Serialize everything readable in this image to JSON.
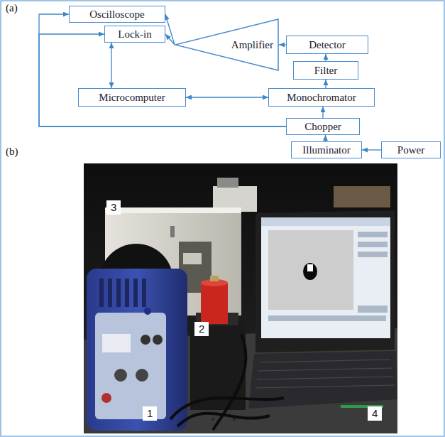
{
  "diagram": {
    "nodes": [
      {
        "text": [
          "Oscilloscope"
        ]
      },
      {
        "text": [
          "Lock-in"
        ]
      },
      {
        "text": [
          "Amplifier"
        ]
      },
      {
        "text": [
          "Detector"
        ]
      },
      {
        "text": [
          "Filter"
        ]
      },
      {
        "text": [
          "Microcomputer"
        ]
      },
      {
        "text": [
          "Monochromator"
        ]
      },
      {
        "text": [
          "Chopper"
        ]
      },
      {
        "text": [
          "Illuminator"
        ]
      },
      {
        "text": [
          "Power"
        ]
      }
    ],
    "edges": [
      {
        "from": 3,
        "to": 2,
        "arrow": "to"
      },
      {
        "from": 4,
        "to": 3,
        "arrow": "to"
      },
      {
        "from": 6,
        "to": 4,
        "arrow": "to"
      },
      {
        "from": 7,
        "to": 6,
        "arrow": "to"
      },
      {
        "from": 8,
        "to": 7,
        "arrow": "to"
      },
      {
        "from": 9,
        "to": 8,
        "arrow": "to"
      },
      {
        "from": 2,
        "to": 0,
        "arrow": "to"
      },
      {
        "from": 2,
        "to": 1,
        "arrow": "to"
      },
      {
        "from": 1,
        "to": 5,
        "arrow": "both"
      },
      {
        "from": 5,
        "to": 6,
        "arrow": "both"
      },
      {
        "from": 7,
        "to": 0,
        "arrow": "to"
      },
      {
        "from": 7,
        "to": 1,
        "arrow": "to"
      }
    ],
    "labels": [
      "(a)",
      "(b)",
      "3",
      "2",
      "1",
      "4"
    ]
  }
}
